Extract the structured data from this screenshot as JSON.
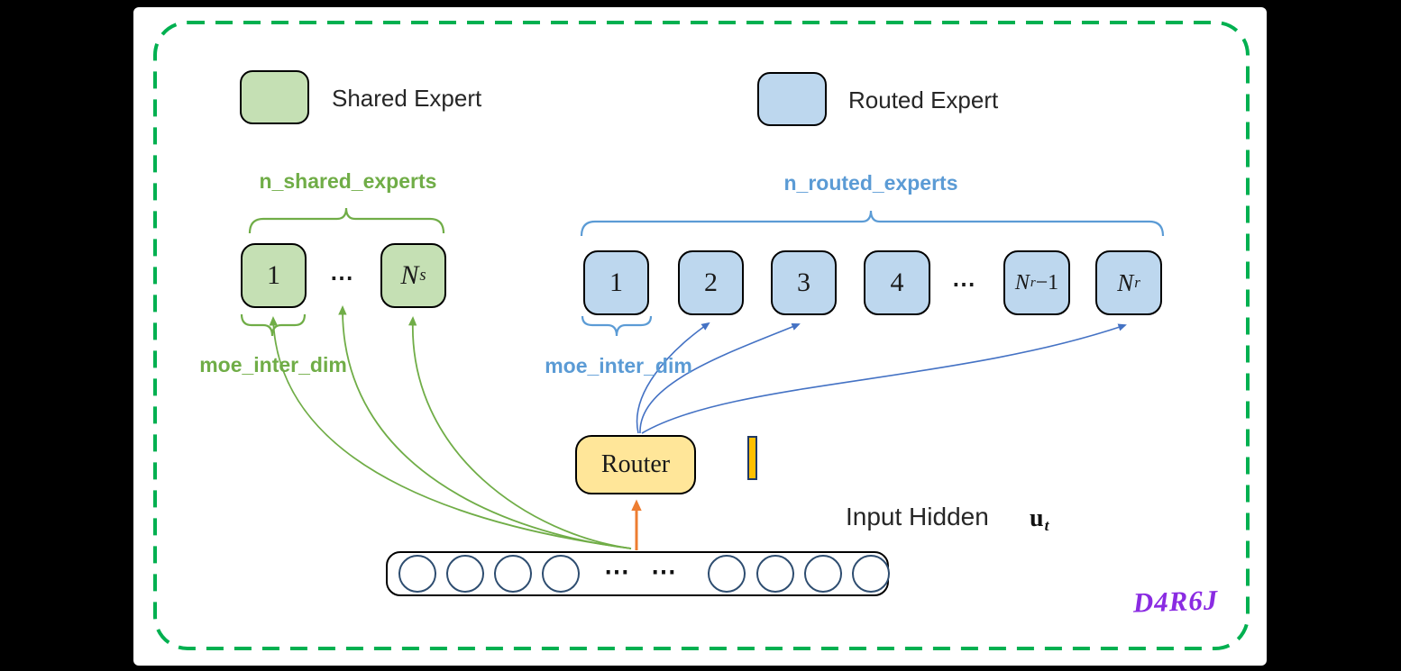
{
  "colors": {
    "page_bg": "#000000",
    "canvas_bg": "#ffffff",
    "frame_green": "#00B050",
    "shared_fill": "#C5E0B4",
    "routed_fill": "#BDD7EE",
    "box_border": "#000000",
    "green_accent": "#70AD47",
    "blue_accent": "#5B9BD5",
    "blue_arrow": "#4472C4",
    "orange_arrow": "#ED7D31",
    "router_fill": "#FFE699",
    "bar_fill": "#FFC000",
    "bar_border": "#1F3864",
    "circle_border": "#2E4D70",
    "watermark": "#8A2BE2"
  },
  "legend": {
    "shared_label": "Shared Expert",
    "routed_label": "Routed Expert"
  },
  "shared_group": {
    "title": "n_shared_experts",
    "dim_label": "moe_inter_dim",
    "expert_1": "1",
    "dots": "⋯",
    "expert_n": {
      "main": "N",
      "sub": "s"
    }
  },
  "routed_group": {
    "title": "n_routed_experts",
    "dim_label": "moe_inter_dim",
    "experts": [
      "1",
      "2",
      "3",
      "4"
    ],
    "dots": "⋯",
    "expert_nm1": {
      "main": "N",
      "sub": "r",
      "suffix": "−1"
    },
    "expert_n": {
      "main": "N",
      "sub": "r"
    }
  },
  "router": {
    "label": "Router"
  },
  "input": {
    "label": "Input Hidden",
    "vector_main": "u",
    "vector_sub": "t",
    "dots_left": "⋯",
    "dots_right": "⋯"
  },
  "watermark": {
    "text": "D4R6J"
  }
}
